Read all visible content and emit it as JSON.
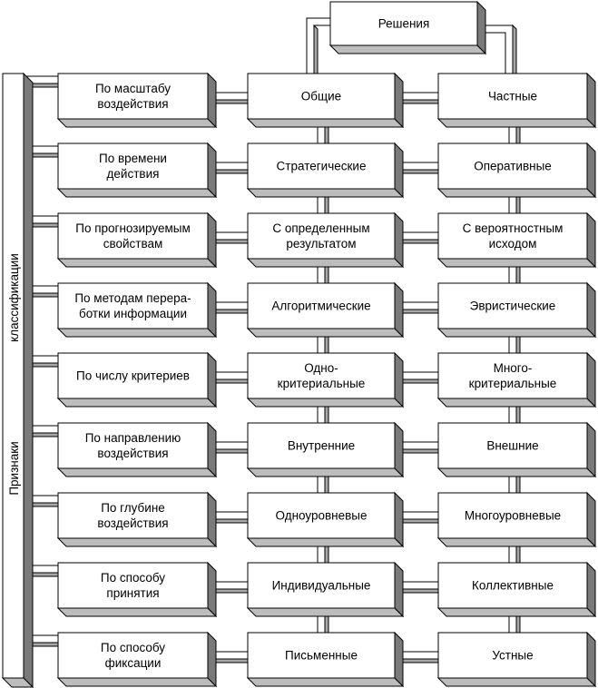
{
  "root": {
    "label": "Решения"
  },
  "side_bar": {
    "lower_text": "Признаки",
    "upper_text": "классификации"
  },
  "rows": [
    {
      "criterion": [
        "По масштабу",
        "воздействия"
      ],
      "left": [
        "Общие"
      ],
      "right": [
        "Частные"
      ]
    },
    {
      "criterion": [
        "По времени",
        "действия"
      ],
      "left": [
        "Стратегические"
      ],
      "right": [
        "Оперативные"
      ]
    },
    {
      "criterion": [
        "По прогнозируемым",
        "свойствам"
      ],
      "left": [
        "С определенным",
        "результатом"
      ],
      "right": [
        "С вероятностным",
        "исходом"
      ]
    },
    {
      "criterion": [
        "По методам перера-",
        "ботки информации"
      ],
      "left": [
        "Алгоритмические"
      ],
      "right": [
        "Эвристические"
      ]
    },
    {
      "criterion": [
        "По числу критериев"
      ],
      "left": [
        "Одно-",
        "критериальные"
      ],
      "right": [
        "Много-",
        "критериальные"
      ]
    },
    {
      "criterion": [
        "По направлению",
        "воздействия"
      ],
      "left": [
        "Внутренние"
      ],
      "right": [
        "Внешние"
      ]
    },
    {
      "criterion": [
        "По глубине",
        "воздействия"
      ],
      "left": [
        "Одноуровневые"
      ],
      "right": [
        "Многоуровневые"
      ]
    },
    {
      "criterion": [
        "По способу",
        "принятия"
      ],
      "left": [
        "Индивидуальные"
      ],
      "right": [
        "Коллективные"
      ]
    },
    {
      "criterion": [
        "По способу",
        "фиксации"
      ],
      "left": [
        "Письменные"
      ],
      "right": [
        "Устные"
      ]
    }
  ]
}
